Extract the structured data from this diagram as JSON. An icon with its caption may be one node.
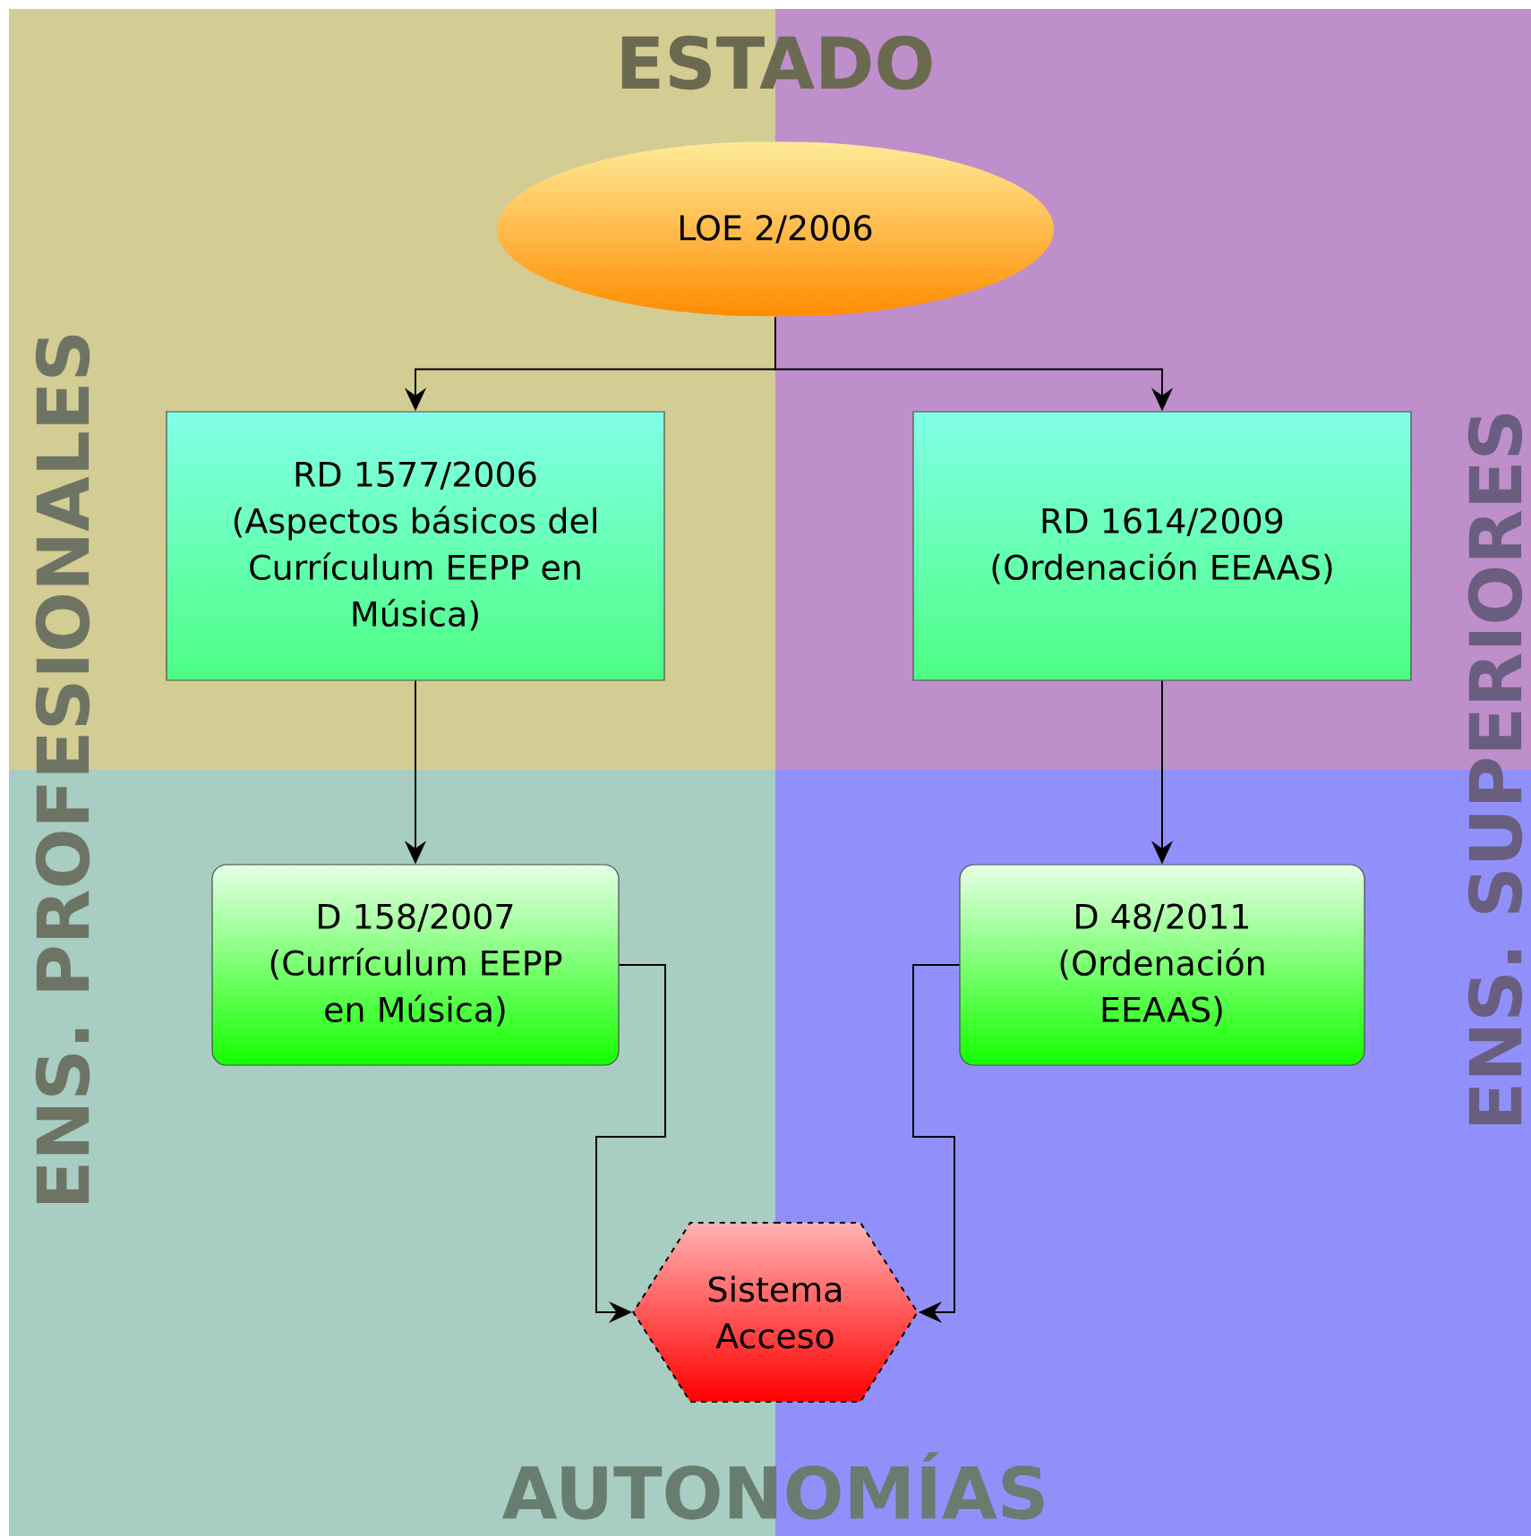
{
  "diagram": {
    "nodes": [
      {
        "text": [
          "LOE 2/2006"
        ]
      },
      {
        "text": [
          "RD 1577/2006 (Aspectos básicos del Currículum EEPP en Música)"
        ]
      },
      {
        "text": [
          "RD 1614/2009 (Ordenación EEAAS)"
        ]
      },
      {
        "text": [
          "D 158/2007 (Currículum EEPP en Música)"
        ]
      },
      {
        "text": [
          "D 48/2011 (Ordenación EEAAS)"
        ]
      },
      {
        "text": [
          "Sistema Acceso"
        ]
      }
    ],
    "edges": [
      {
        "from": 0,
        "to": 1,
        "arrow": "to"
      },
      {
        "from": 0,
        "to": 2,
        "arrow": "to"
      },
      {
        "from": 1,
        "to": 3,
        "arrow": "to"
      },
      {
        "from": 2,
        "to": 4,
        "arrow": "to"
      },
      {
        "from": 3,
        "to": 5,
        "arrow": "to"
      },
      {
        "from": 4,
        "to": 5,
        "arrow": "to"
      }
    ],
    "labels": [
      "ESTADO",
      "ENS. PROFESIONALES",
      "ENS. SUPERIORES",
      "AUTONOMÍAS"
    ]
  }
}
